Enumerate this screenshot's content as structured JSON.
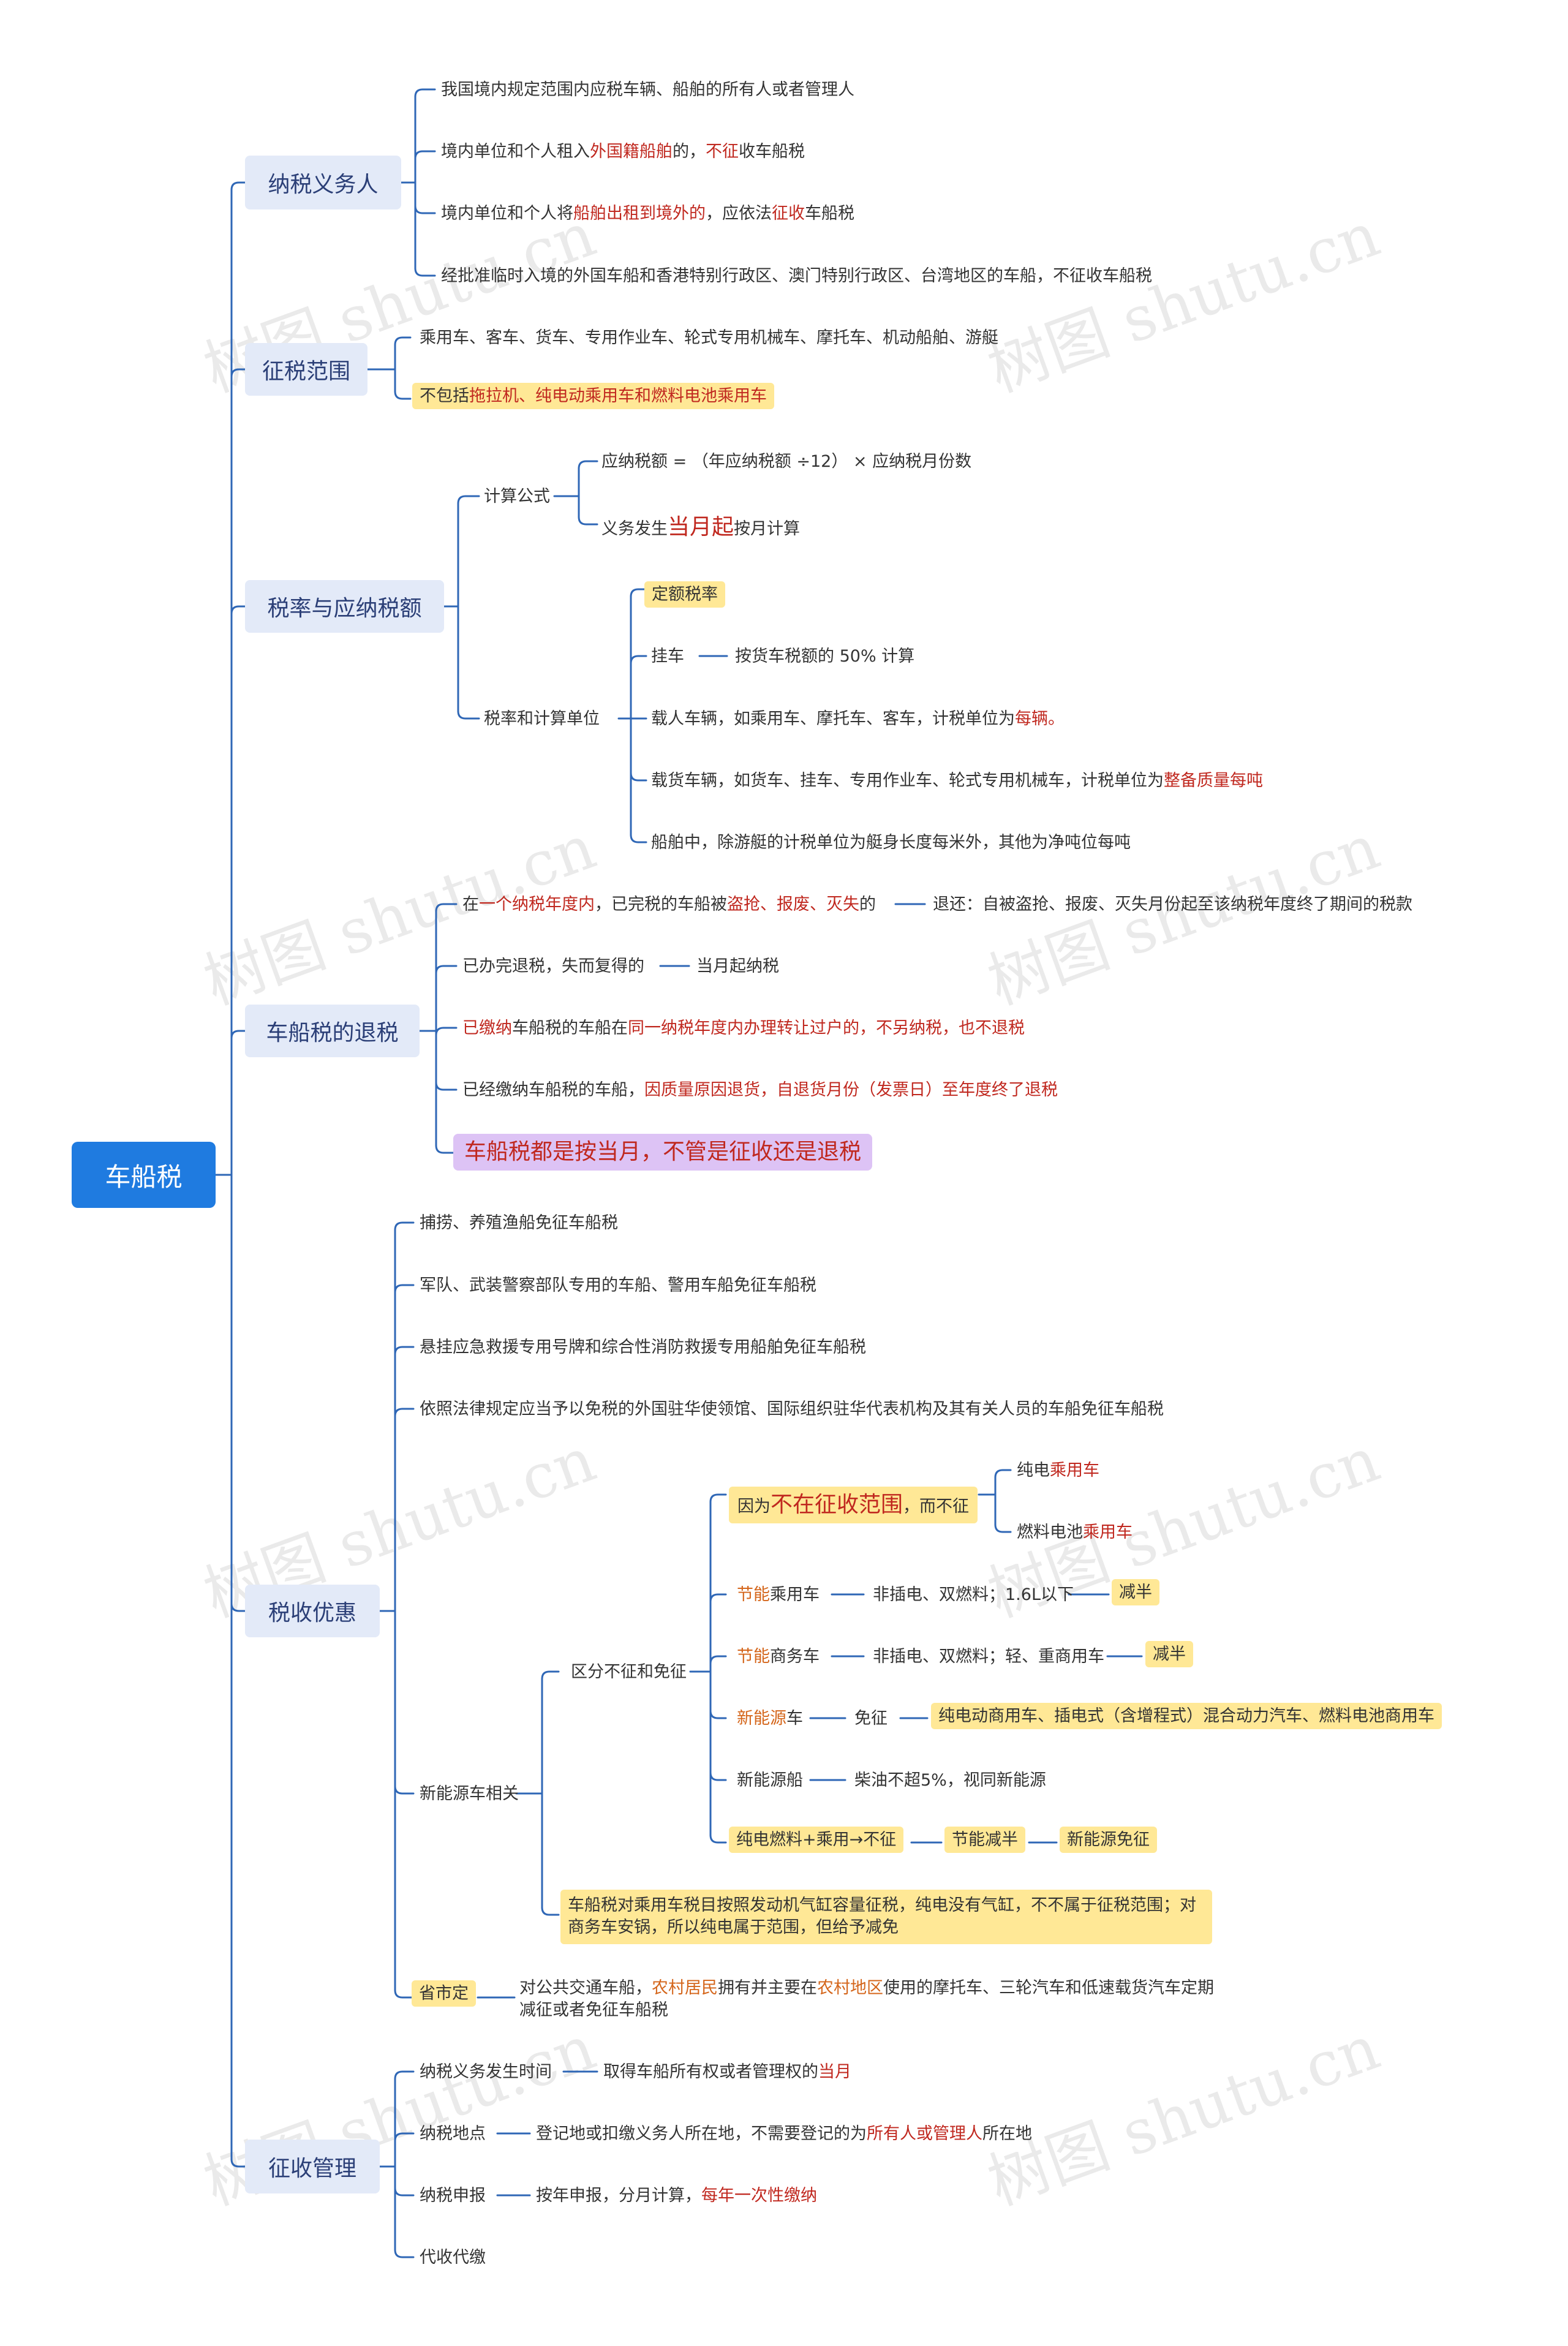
{
  "root": {
    "label": "车船税"
  },
  "watermark": "树图 shutu.cn",
  "sections": {
    "taxpayer": {
      "title": "纳税义务人",
      "items": [
        [
          "我国境内规定范围内应税车辆、船舶的所有人或者管理人"
        ],
        [
          "境内单位和个人租入",
          "外国籍船舶",
          "的，",
          "不征",
          "收车船税"
        ],
        [
          "境内单位和个人将",
          "船舶出租到境外的",
          "，应依法",
          "征收",
          "车船税"
        ],
        [
          "经批准临时入境的外国车船和香港特别行政区、澳门特别行政区、台湾地区的车船，不征收车船税"
        ]
      ]
    },
    "scope": {
      "title": "征税范围",
      "items": [
        [
          "乘用车、客车、货车、专用作业车、轮式专用机械车、摩托车、机动船舶、游艇"
        ],
        [
          "不包括",
          "拖拉机、纯电动乘用车和燃料电池乘用车"
        ]
      ]
    },
    "rate": {
      "title": "税率与应纳税额",
      "formula": {
        "label": "计算公式",
        "items": [
          [
            "应纳税额 = （年应纳税额 ÷12） × 应纳税月份数"
          ],
          [
            "义务发生",
            "当月起",
            "按月计算"
          ]
        ]
      },
      "unit": {
        "label": "税率和计算单位",
        "items": [
          [
            "定额税率"
          ],
          [
            "挂车"
          ],
          [
            "载人车辆，如乘用车、摩托车、客车，计税单位为",
            "每辆。"
          ],
          [
            "载货车辆，如货车、挂车、专用作业车、轮式专用机械车，计税单位为",
            "整备质量每吨"
          ],
          [
            "船舶中，除游艇的计税单位为艇身长度每米外，其他为净吨位每吨"
          ]
        ],
        "trailer_note": "按货车税额的 50% 计算"
      }
    },
    "refund": {
      "title": "车船税的退税",
      "items": [
        [
          "在",
          "一个",
          "纳税年度内",
          "，已完税的车船被",
          "盗抢、报废、灭失",
          "的"
        ],
        [
          "已办完退税，失而复得的"
        ],
        [
          "已缴纳",
          "车船税的车船在",
          "同一纳税年度内办理转让过户的，不另纳税，也不退税"
        ],
        [
          "已经缴纳车船税的车船，",
          "因质量原因退货，自退货月份（发票日）至年度终了退税"
        ]
      ],
      "notes": [
        "退还：自被盗抢、报废、灭失月份起至该纳税年度终了期间的税款",
        "当月起纳税"
      ],
      "summary": "车船税都是按当月，不管是征收还是退税"
    },
    "relief": {
      "title": "税收优惠",
      "items": [
        "捕捞、养殖渔船免征车船税",
        "军队、武装警察部队专用的车船、警用车船免征车船税",
        "悬挂应急救援专用号牌和综合性消防救援专用船舶免征车船税",
        "依照法律规定应当予以免税的外国驻华使领馆、国际组织驻华代表机构及其有关人员的车船免征车船税"
      ],
      "nev": {
        "label": "新能源车相关",
        "distinguish": "区分不征和免征",
        "not_in_scope": [
          "因为",
          "不在征收范围",
          "，而不征"
        ],
        "not_in_scope_items": [
          [
            "纯电",
            "乘用车"
          ],
          [
            "燃料电池",
            "乘用车"
          ]
        ],
        "rows": [
          {
            "a": [
              "节能",
              "乘用车"
            ],
            "b": "非插电、双燃料；1.6L以下",
            "c": "减半"
          },
          {
            "a": [
              "节能",
              "商务车"
            ],
            "b": "非插电、双燃料；轻、重商用车",
            "c": "减半"
          },
          {
            "a": [
              "新能源",
              "车"
            ],
            "b": "免征",
            "c": "纯电动商用车、插电式（含增程式）混合动力汽车、燃料电池商用车"
          },
          {
            "a": [
              "新能源船"
            ],
            "b": "柴油不超5%，视同新能源"
          }
        ],
        "chain": [
          "纯电燃料+乘用→不征",
          "节能减半",
          "新能源免征"
        ],
        "note": "车船税对乘用车税目按照发动机气缸容量征税，纯电没有气缸，不不属于征税范围；对商务车安锅，所以纯电属于范围，但给予减免"
      },
      "province": {
        "label": "省市定",
        "text": [
          "对公共交通车船，",
          "农村居民",
          "拥有并主要在",
          "农村地区",
          "使用的摩托车、三轮汽车和低速载货汽车定期减征或者免征车船税"
        ]
      }
    },
    "admin": {
      "title": "征收管理",
      "items": [
        {
          "label": "纳税义务发生时间",
          "note": [
            "取得车船所有权或者管理权的",
            "当月"
          ]
        },
        {
          "label": "纳税地点",
          "note": [
            "登记地或扣缴义务人所在地，不需要登记的为",
            "所有人或管理人",
            "所在地"
          ]
        },
        {
          "label": "纳税申报",
          "note": [
            "按年申报，分月计算，",
            "每年一次性缴纳"
          ]
        },
        {
          "label": "代收代缴"
        }
      ]
    }
  },
  "colors": {
    "line": "#2f67b6",
    "root": "#1f7be0",
    "highlight": "#ffe896",
    "summary": "#ddc3f5",
    "red": "#c0281f",
    "orange": "#d4651a"
  }
}
